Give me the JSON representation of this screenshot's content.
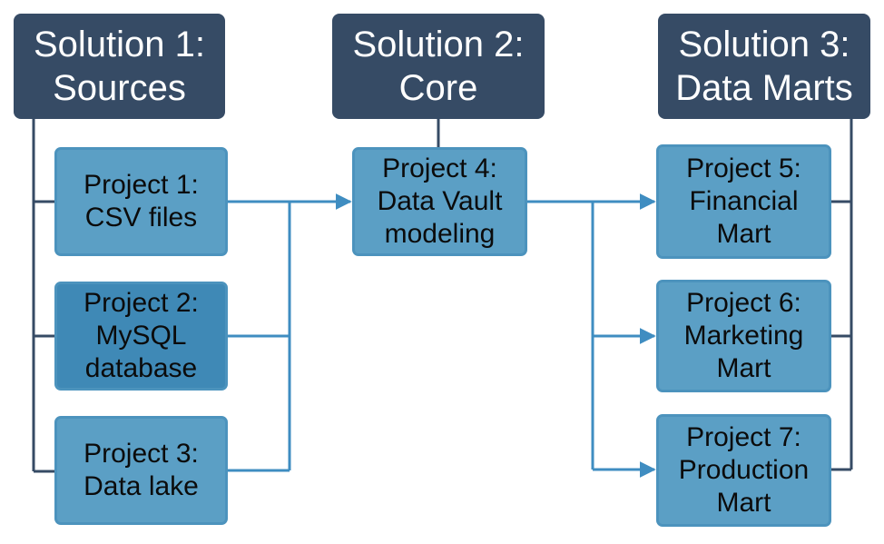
{
  "solutions": [
    {
      "label": "Solution 1:\nSources"
    },
    {
      "label": "Solution 2:\nCore"
    },
    {
      "label": "Solution 3:\nData Marts"
    }
  ],
  "projects": [
    {
      "label": "Project 1:\nCSV files"
    },
    {
      "label": "Project 2:\nMySQL\ndatabase"
    },
    {
      "label": "Project 3:\nData lake"
    },
    {
      "label": "Project 4:\nData Vault\nmodeling"
    },
    {
      "label": "Project 5:\nFinancial\nMart"
    },
    {
      "label": "Project 6:\nMarketing\nMart"
    },
    {
      "label": "Project 7:\nProduction\nMart"
    }
  ],
  "colors": {
    "solution_fill": "#364b65",
    "project_fill": "#5b9fc5",
    "project_selected_fill": "#3f89b6",
    "project_border": "#4c93bd",
    "flow_line": "#3f8dc1",
    "hierarchy_line": "#364b65"
  }
}
